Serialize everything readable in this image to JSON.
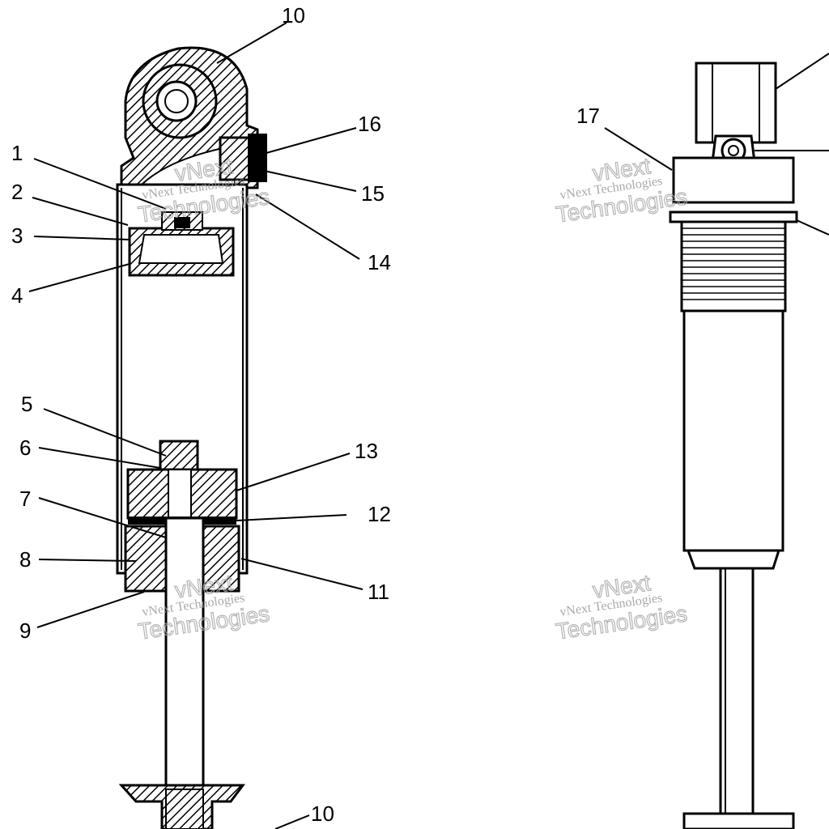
{
  "callouts": {
    "c1": "1",
    "c2": "2",
    "c3": "3",
    "c4": "4",
    "c5": "5",
    "c6": "6",
    "c7": "7",
    "c8": "8",
    "c9": "9",
    "c10_top": "10",
    "c10_bottom": "10",
    "c11": "11",
    "c12": "12",
    "c13": "13",
    "c14": "14",
    "c15": "15",
    "c16": "16",
    "c17": "17"
  },
  "watermark": {
    "line1": "vNext Technologies",
    "line2": "Technologies",
    "line3": "vNext"
  }
}
